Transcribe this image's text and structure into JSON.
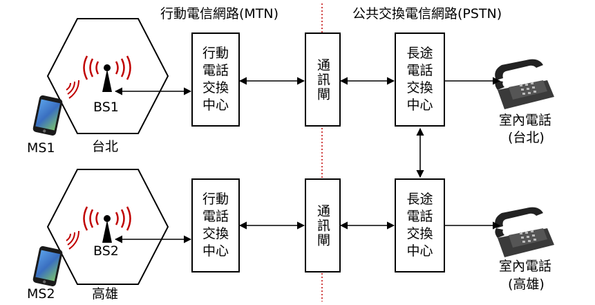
{
  "network_labels": {
    "mtn": "行動電信網路(MTN)",
    "pstn": "公共交換電信網路(PSTN)"
  },
  "rows": [
    {
      "base_station": "BS1",
      "region": "台北",
      "mobile": "MS1",
      "msc_line1": "行動",
      "msc_line2": "電話",
      "msc_line3": "交換",
      "msc_line4": "中心",
      "gateway": "通訊閘",
      "toll_line1": "長途",
      "toll_line2": "電話",
      "toll_line3": "交換",
      "toll_line4": "中心",
      "phone_label": "室內電話",
      "phone_region": "(台北)"
    },
    {
      "base_station": "BS2",
      "region": "高雄",
      "mobile": "MS2",
      "msc_line1": "行動",
      "msc_line2": "電話",
      "msc_line3": "交換",
      "msc_line4": "中心",
      "gateway": "通訊閘",
      "toll_line1": "長途",
      "toll_line2": "電話",
      "toll_line3": "交換",
      "toll_line4": "中心",
      "phone_label": "室內電話",
      "phone_region": "(高雄)"
    }
  ],
  "colors": {
    "divider": "#c00000",
    "signal": "#c00000",
    "line": "#000000",
    "phone_body": "#3a3a3a"
  }
}
